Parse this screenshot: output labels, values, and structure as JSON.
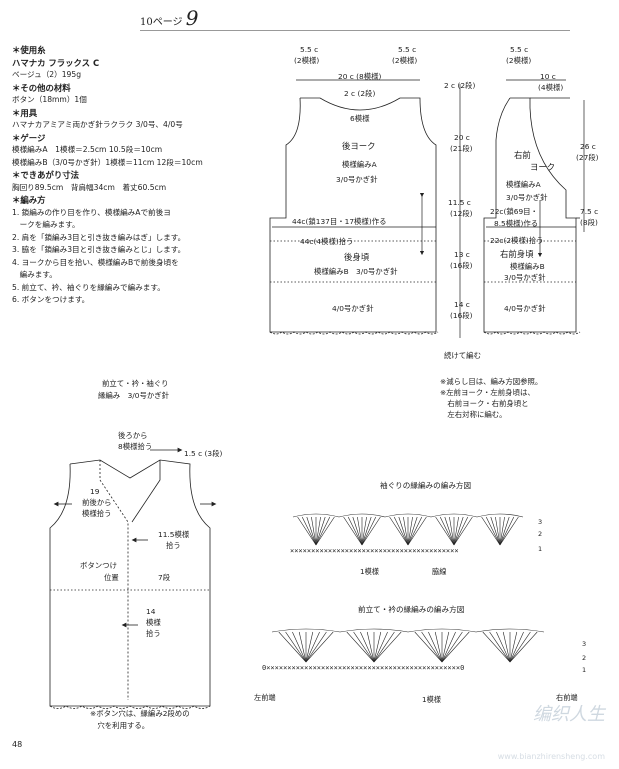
{
  "header": {
    "page_ref": "10ページ",
    "page_big": "9"
  },
  "materials": [
    {
      "text": "＊使用糸",
      "heading": true
    },
    {
      "text": "ハマナカ フラックス C",
      "heading": true
    },
    {
      "text": "ベージュ（2）195g",
      "heading": false
    },
    {
      "text": "＊その他の材料",
      "heading": true
    },
    {
      "text": "ボタン（18mm）1個",
      "heading": false
    },
    {
      "text": "＊用具",
      "heading": true
    },
    {
      "text": "ハマナカアミアミ両かぎ針ラクラク 3/0号、4/0号",
      "heading": false
    },
    {
      "text": "＊ゲージ",
      "heading": true
    },
    {
      "text": "模様編みA　1模様＝2.5cm 10.5段＝10cm",
      "heading": false
    },
    {
      "text": "模様編みB（3/0号かぎ針）1模様＝11cm 12段＝10cm",
      "heading": false
    },
    {
      "text": "＊できあがり寸法",
      "heading": true
    },
    {
      "text": "胸回り89.5cm　背肩幅34cm　着丈60.5cm",
      "heading": false
    },
    {
      "text": "＊編み方",
      "heading": true
    },
    {
      "text": "1. 鎖編みの作り目を作り、模様編みAで前後ヨ",
      "heading": false
    },
    {
      "text": "　ークを編みます。",
      "heading": false
    },
    {
      "text": "2. 肩を「鎖編み3目と引き抜き編みはぎ」します。",
      "heading": false
    },
    {
      "text": "3. 脇を「鎖編み3目と引き抜き編みとじ」します。",
      "heading": false
    },
    {
      "text": "4. ヨークから目を拾い、模様編みBで前後身頃を",
      "heading": false
    },
    {
      "text": "　編みます。",
      "heading": false
    },
    {
      "text": "5. 前立て、衿、袖ぐりを縁編みで編みます。",
      "heading": false
    },
    {
      "text": "6. ボタンをつけます。",
      "heading": false
    }
  ],
  "back": {
    "shoulder_l": "5.5 c",
    "shoulder_l2": "(2模様)",
    "shoulder_r": "5.5 c",
    "shoulder_r2": "(2模様)",
    "neck": "20 c (8模様)",
    "neck_depth": "2 c (2段)",
    "neck_pickup": "6模様",
    "yoke_label": "後ヨーク",
    "yoke_pat": "模様編みA",
    "yoke_hook": "3/0号かぎ針",
    "chain_start": "44c(鎖137目・17模様)作る",
    "pickup": "44c(4模様)拾う",
    "body_label": "後身頃",
    "body_pat": "模様編みB　3/0号かぎ針",
    "lower_hook": "4/0号かぎ針"
  },
  "mid": {
    "d1": "2 c (2段)",
    "d2": "20 c",
    "d2b": "(21段)",
    "d3": "11.5 c",
    "d3b": "(12段)",
    "d4": "13 c",
    "d4b": "(16段)",
    "d5": "14 c",
    "d5b": "(16段)",
    "cont": "続けて編む"
  },
  "front": {
    "shoulder": "5.5 c",
    "shoulder2": "(2模様)",
    "neck": "10 c",
    "neck2": "(4模様)",
    "yoke_label": "右前",
    "yoke_label2": "ヨーク",
    "yoke_pat": "模様編みA",
    "yoke_hook": "3/0号かぎ針",
    "chain_start": "22c(鎖69目・",
    "chain_start2": "8.5模様)作る",
    "pickup": "22c(2模様)拾う",
    "body_label": "右前身頃",
    "body_pat": "模様編みB",
    "body_hook": "3/0号かぎ針",
    "lower_hook": "4/0号かぎ針",
    "len": "26 c",
    "len2": "(27段)",
    "arm": "7.5 c",
    "arm2": "(8段)"
  },
  "notes": [
    "※減らし目は、編み方図参照。",
    "※左前ヨーク・左前身頃は、",
    "　右前ヨーク・右前身頃と",
    "　左右対称に編む。"
  ],
  "edge": {
    "title": "前立て・衿・袖ぐり",
    "sub": "縁編み　3/0号かぎ針",
    "back_pick": "後ろから",
    "back_pick2": "8模様拾う",
    "top": "1.5 c (3段)",
    "front_pick": "19",
    "front_pick2": "前後から",
    "front_pick3": "模様拾う",
    "mid_pick": "11.5模様",
    "mid_pick2": "拾う",
    "button": "ボタンつけ",
    "button2": "位置",
    "rows": "7段",
    "low_pick": "14",
    "low_pick2": "模様",
    "low_pick3": "拾う",
    "note": "※ボタン穴は、縁編み2段めの",
    "note2": "　穴を利用する。"
  },
  "chart1": {
    "title": "袖ぐりの縁編みの編み方図",
    "label": "1模様",
    "side": "脇線",
    "rows": [
      "3",
      "2",
      "1"
    ]
  },
  "chart2": {
    "title": "前立て・衿の縁編みの編み方図",
    "label": "1模様",
    "left": "左前端",
    "right": "右前端",
    "rows": [
      "3",
      "2",
      "1"
    ]
  },
  "footer": {
    "page": "48",
    "wm": "编织人生",
    "wm2": "www.bianzhirensheng.com"
  }
}
